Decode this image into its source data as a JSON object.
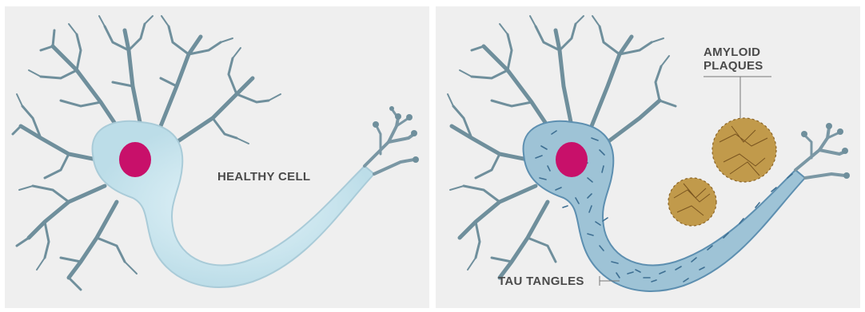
{
  "labels": {
    "healthy_cell": "HEALTHY CELL",
    "amyloid_line1": "AMYLOID",
    "amyloid_line2": "PLAQUES",
    "tau_tangles": "TAU TANGLES"
  },
  "colors": {
    "panel_background": "#efefef",
    "dendrite": "#6f8f9c",
    "healthy_cell_body": "#cfe7ef",
    "diseased_cell_body": "#8fb9cf",
    "nucleus": "#c8106a",
    "plaque": "#c19a4b",
    "tangle": "#3e6f92",
    "label_text": "#4a4a4a"
  }
}
